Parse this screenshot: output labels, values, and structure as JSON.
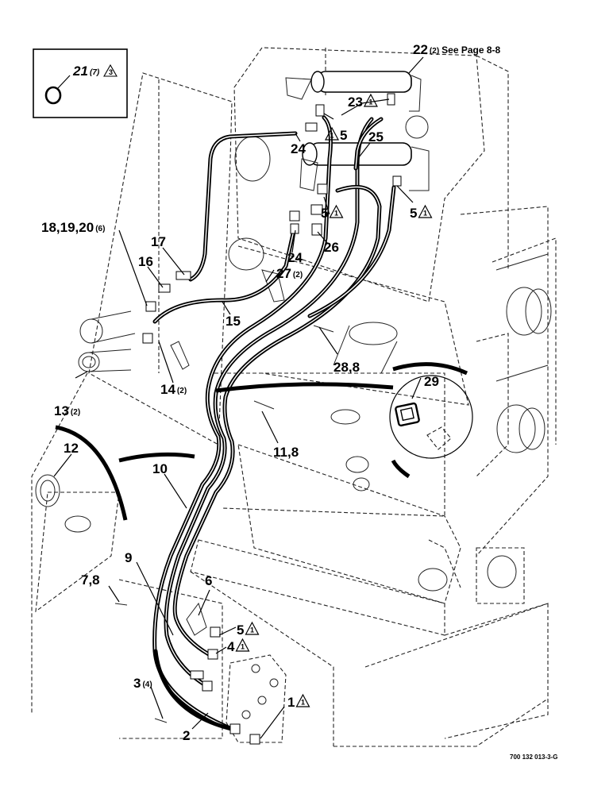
{
  "diagram": {
    "drawing_number": "700 132 013-3-G",
    "inset": {
      "number": "21",
      "qty": "(7)",
      "warn": "3"
    },
    "callouts": [
      {
        "id": "c22",
        "number": "22",
        "qty": "(2)",
        "suffix": "See Page 8-8"
      },
      {
        "id": "c23",
        "number": "23",
        "warn": "1"
      },
      {
        "id": "c5a",
        "number": "5",
        "warn_prefix": "1"
      },
      {
        "id": "c24a",
        "number": "24"
      },
      {
        "id": "c25",
        "number": "25"
      },
      {
        "id": "c5b",
        "number": "5",
        "warn": "1"
      },
      {
        "id": "c5c",
        "number": "5",
        "warn": "1"
      },
      {
        "id": "c18",
        "number": "18,19,20",
        "qty": "(6)"
      },
      {
        "id": "c17",
        "number": "17"
      },
      {
        "id": "c16",
        "number": "16"
      },
      {
        "id": "c24b",
        "number": "24"
      },
      {
        "id": "c26",
        "number": "26"
      },
      {
        "id": "c27",
        "number": "27",
        "qty": "(2)"
      },
      {
        "id": "c15",
        "number": "15"
      },
      {
        "id": "c28",
        "number": "28,8"
      },
      {
        "id": "c14",
        "number": "14",
        "qty": "(2)"
      },
      {
        "id": "c13",
        "number": "13",
        "qty": "(2)"
      },
      {
        "id": "c29",
        "number": "29"
      },
      {
        "id": "c11",
        "number": "11,8"
      },
      {
        "id": "c12",
        "number": "12"
      },
      {
        "id": "c10",
        "number": "10"
      },
      {
        "id": "c9",
        "number": "9"
      },
      {
        "id": "c78",
        "number": "7,8"
      },
      {
        "id": "c6",
        "number": "6"
      },
      {
        "id": "c5d",
        "number": "5",
        "warn": "1"
      },
      {
        "id": "c4",
        "number": "4",
        "warn": "1"
      },
      {
        "id": "c3",
        "number": "3",
        "qty": "(4)"
      },
      {
        "id": "c1",
        "number": "1",
        "warn": "1"
      },
      {
        "id": "c2",
        "number": "2"
      }
    ]
  }
}
